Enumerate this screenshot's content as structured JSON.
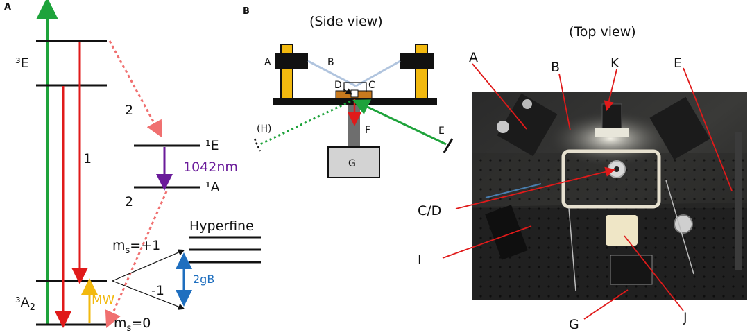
{
  "panel_a": {
    "panel_label": "A",
    "state_3E": "³E",
    "state_3A2": "³A",
    "state_3A2_sub": "2",
    "state_1E": "¹E",
    "state_1A": "¹A",
    "isc_label_upper": "2",
    "isc_label_lower": "2",
    "transition_label": "1",
    "wavelength": "1042nm",
    "ms_plus_prefix": "m",
    "ms_plus_sub": "s",
    "ms_plus_value": "=+1",
    "ms_minus": "-1",
    "ms_zero_prefix": "m",
    "ms_zero_sub": "s",
    "ms_zero_value": "=0",
    "mw": "MW",
    "hyperfine": "Hyperfine",
    "zeeman": "2gB"
  },
  "panel_b": {
    "panel_label": "B",
    "side_view_title": "(Side view)",
    "top_view_title": "(Top view)",
    "side": {
      "A": "A",
      "B": "B",
      "C": "C",
      "D": "D",
      "E": "E",
      "F": "F",
      "G": "G",
      "H": "(H)"
    },
    "photo_labels": {
      "A": "A",
      "B": "B",
      "K": "K",
      "E": "E",
      "CD": "C/D",
      "I": "I",
      "G": "G",
      "J": "J"
    }
  },
  "colors": {
    "green": "#1ea33b",
    "red": "#e01a1a",
    "salmon": "#f07070",
    "purple": "#6a1b9a",
    "gold": "#f2b90f",
    "blue": "#1f6fbf",
    "copper": "#c97a1e",
    "steel": "#b0c4de"
  }
}
